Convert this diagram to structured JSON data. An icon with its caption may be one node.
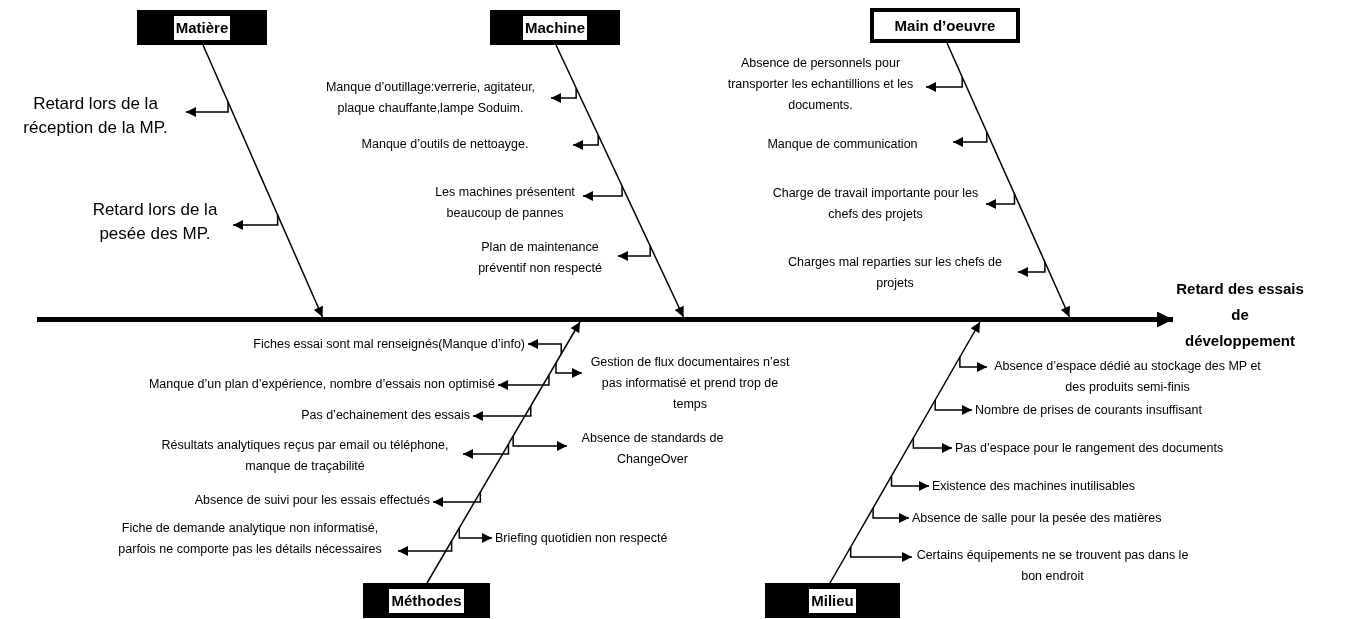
{
  "diagram": {
    "nodes": [
      {
        "text": [
          "Matière"
        ]
      },
      {
        "text": [
          "Retard lors de la réception de la MP."
        ]
      },
      {
        "text": [
          "Retard lors de la pesée des MP."
        ]
      },
      {
        "text": [
          "Machine"
        ]
      },
      {
        "text": [
          "Manque d’outillage:verrerie, agitateur, plaque chauffante,lampe Soduim."
        ]
      },
      {
        "text": [
          "Manque d’outils de nettoayge."
        ]
      },
      {
        "text": [
          "Les machines présentent beaucoup de pannes"
        ]
      },
      {
        "text": [
          "Plan de maintenance préventif non respecté"
        ]
      },
      {
        "text": [
          "Main d’oeuvre"
        ]
      },
      {
        "text": [
          "Absence de personnels pour transporter les echantillions et les documents."
        ]
      },
      {
        "text": [
          "Manque de communication"
        ]
      },
      {
        "text": [
          "Charge de travail importante pour les chefs des projets"
        ]
      },
      {
        "text": [
          "Charges mal reparties sur les chefs de projets"
        ]
      },
      {
        "text": [
          "Retard des essais de développement"
        ]
      },
      {
        "text": [
          "Méthodes"
        ]
      },
      {
        "text": [
          "Fiches essai sont mal renseignés(Manque d’info)"
        ]
      },
      {
        "text": [
          "Gestion de flux documentaires n’est pas informatisé et prend trop de temps"
        ]
      },
      {
        "text": [
          "Manque d’un plan d’expérience, nombre d’essais non optimisé"
        ]
      },
      {
        "text": [
          "Pas d’echainement des essais"
        ]
      },
      {
        "text": [
          "Absence de standards de ChangeOver"
        ]
      },
      {
        "text": [
          "Résultats analytiques reçus par email ou téléphone, manque de traçabilité"
        ]
      },
      {
        "text": [
          "Absence de suivi pour les essais effectués"
        ]
      },
      {
        "text": [
          "Fiche de demande analytique non informatisé, parfois ne comporte pas les détails nécessaires"
        ]
      },
      {
        "text": [
          "Briefing quotidien non respecté"
        ]
      },
      {
        "text": [
          "Milieu"
        ]
      },
      {
        "text": [
          "Absence d’espace dédié au stockage des MP et des produits semi-finis"
        ]
      },
      {
        "text": [
          "Nombre de prises de courants insuffisant"
        ]
      },
      {
        "text": [
          "Pas d’espace pour le rangement des documents"
        ]
      },
      {
        "text": [
          "Existence des machines inutilisables"
        ]
      },
      {
        "text": [
          "Absence de salle pour la pesée des matières"
        ]
      },
      {
        "text": [
          "Certains équipements ne se trouvent pas dans le bon endroit"
        ]
      },
      {
        "text": [],
        "shape": "bar"
      }
    ],
    "edges": [
      {
        "from": 0,
        "to": 31,
        "arrow": "to"
      },
      {
        "from": null,
        "to": 1,
        "arrow": "to"
      },
      {
        "from": null,
        "to": 2,
        "arrow": "to"
      },
      {
        "from": 3,
        "to": 31,
        "arrow": "to"
      },
      {
        "from": null,
        "to": 4,
        "arrow": "to"
      },
      {
        "from": null,
        "to": 5,
        "arrow": "to"
      },
      {
        "from": null,
        "to": 6,
        "arrow": "to"
      },
      {
        "from": null,
        "to": 7,
        "arrow": "to"
      },
      {
        "from": 8,
        "to": 31,
        "arrow": "to"
      },
      {
        "from": null,
        "to": 9,
        "arrow": "to"
      },
      {
        "from": null,
        "to": 10,
        "arrow": "to"
      },
      {
        "from": null,
        "to": 11,
        "arrow": "to"
      },
      {
        "from": null,
        "to": 12,
        "arrow": "to"
      },
      {
        "from": 31,
        "to": 13,
        "arrow": "to",
        "style": "thick"
      },
      {
        "from": 14,
        "to": 31,
        "arrow": "to"
      },
      {
        "from": null,
        "to": 15,
        "arrow": "to"
      },
      {
        "from": null,
        "to": 16,
        "arrow": "to"
      },
      {
        "from": null,
        "to": 17,
        "arrow": "to"
      },
      {
        "from": null,
        "to": 18,
        "arrow": "to"
      },
      {
        "from": null,
        "to": 19,
        "arrow": "to"
      },
      {
        "from": null,
        "to": 20,
        "arrow": "to"
      },
      {
        "from": null,
        "to": 21,
        "arrow": "to"
      },
      {
        "from": null,
        "to": 22,
        "arrow": "to"
      },
      {
        "from": null,
        "to": 23,
        "arrow": "to"
      },
      {
        "from": 24,
        "to": 31,
        "arrow": "to"
      },
      {
        "from": null,
        "to": 25,
        "arrow": "to"
      },
      {
        "from": null,
        "to": 26,
        "arrow": "to"
      },
      {
        "from": null,
        "to": 27,
        "arrow": "to"
      },
      {
        "from": null,
        "to": 28,
        "arrow": "to"
      },
      {
        "from": null,
        "to": 29,
        "arrow": "to"
      },
      {
        "from": null,
        "to": 30,
        "arrow": "to"
      }
    ]
  }
}
